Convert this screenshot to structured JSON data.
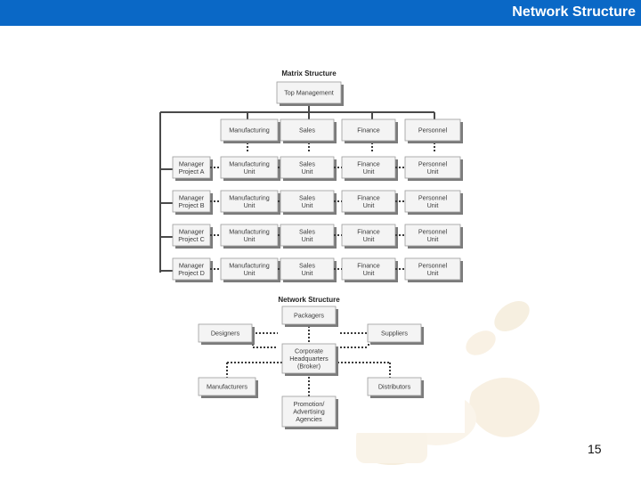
{
  "header": {
    "title": "Network Structure"
  },
  "page_number": "15",
  "matrix": {
    "title": "Matrix Structure",
    "top": "Top Management",
    "columns": [
      "Manufacturing",
      "Sales",
      "Finance",
      "Personnel"
    ],
    "managers": [
      [
        "Manager",
        "Project A"
      ],
      [
        "Manager",
        "Project B"
      ],
      [
        "Manager",
        "Project C"
      ],
      [
        "Manager",
        "Project D"
      ]
    ],
    "units": [
      [
        "Manufacturing",
        "Unit"
      ],
      [
        "Sales",
        "Unit"
      ],
      [
        "Finance",
        "Unit"
      ],
      [
        "Personnel",
        "Unit"
      ]
    ]
  },
  "network": {
    "title": "Network Structure",
    "packagers": [
      "Packagers"
    ],
    "designers": [
      "Designers"
    ],
    "suppliers": [
      "Suppliers"
    ],
    "hq": [
      "Corporate",
      "Headquarters",
      "(Broker)"
    ],
    "manufacturers": [
      "Manufacturers"
    ],
    "distributors": [
      "Distributors"
    ],
    "promotion": [
      "Promotion/",
      "Advertising",
      "Agencies"
    ]
  },
  "colors": {
    "header_bar": "#0a68c6",
    "header_text": "#ffffff"
  }
}
